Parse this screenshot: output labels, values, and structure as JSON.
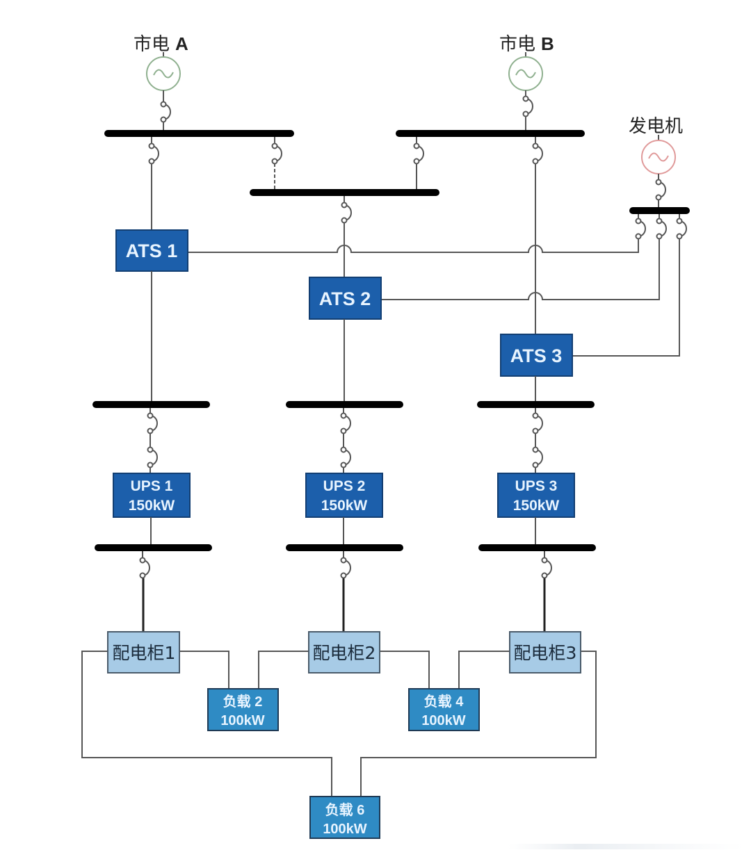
{
  "sources": {
    "grid_a": {
      "label_cn": "市电",
      "label_id": "A",
      "color": "#6a9a6a"
    },
    "grid_b": {
      "label_cn": "市电",
      "label_id": "B",
      "color": "#6a9a6a"
    },
    "generator": {
      "label": "发电机",
      "color": "#d06060"
    }
  },
  "ats": [
    {
      "label": "ATS 1"
    },
    {
      "label": "ATS 2"
    },
    {
      "label": "ATS 3"
    }
  ],
  "ups": [
    {
      "label": "UPS 1",
      "capacity": "150kW"
    },
    {
      "label": "UPS 2",
      "capacity": "150kW"
    },
    {
      "label": "UPS 3",
      "capacity": "150kW"
    }
  ],
  "cabinets": [
    {
      "label": "配电柜1"
    },
    {
      "label": "配电柜2"
    },
    {
      "label": "配电柜3"
    }
  ],
  "loads": [
    {
      "label": "负载 2",
      "capacity": "100kW"
    },
    {
      "label": "负载 4",
      "capacity": "100kW"
    },
    {
      "label": "负载 6",
      "capacity": "100kW"
    }
  ],
  "colors": {
    "ats_ups_fill": "#1c5fab",
    "load_fill": "#2f8bc4",
    "cabinet_fill": "#a7cbe6",
    "bus": "#000000"
  }
}
